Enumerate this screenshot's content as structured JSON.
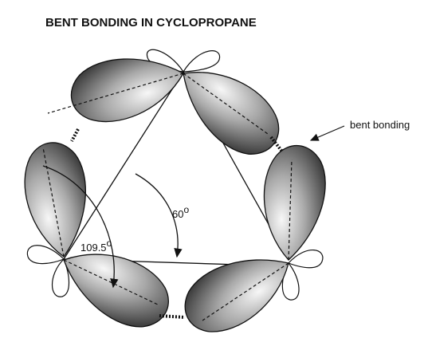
{
  "title": "BENT BONDING IN CYCLOPROPANE",
  "labels": {
    "bent_bonding": "bent bonding",
    "angle_small": "60",
    "angle_large": "109.5",
    "degree_mark": "o"
  },
  "colors": {
    "lobe_light": "#f4f4f4",
    "lobe_dark": "#3a3a3a",
    "outline": "#111111"
  },
  "icons": {
    "arrow": "arrow-icon",
    "bond_hash": "bond-hash-icon"
  }
}
